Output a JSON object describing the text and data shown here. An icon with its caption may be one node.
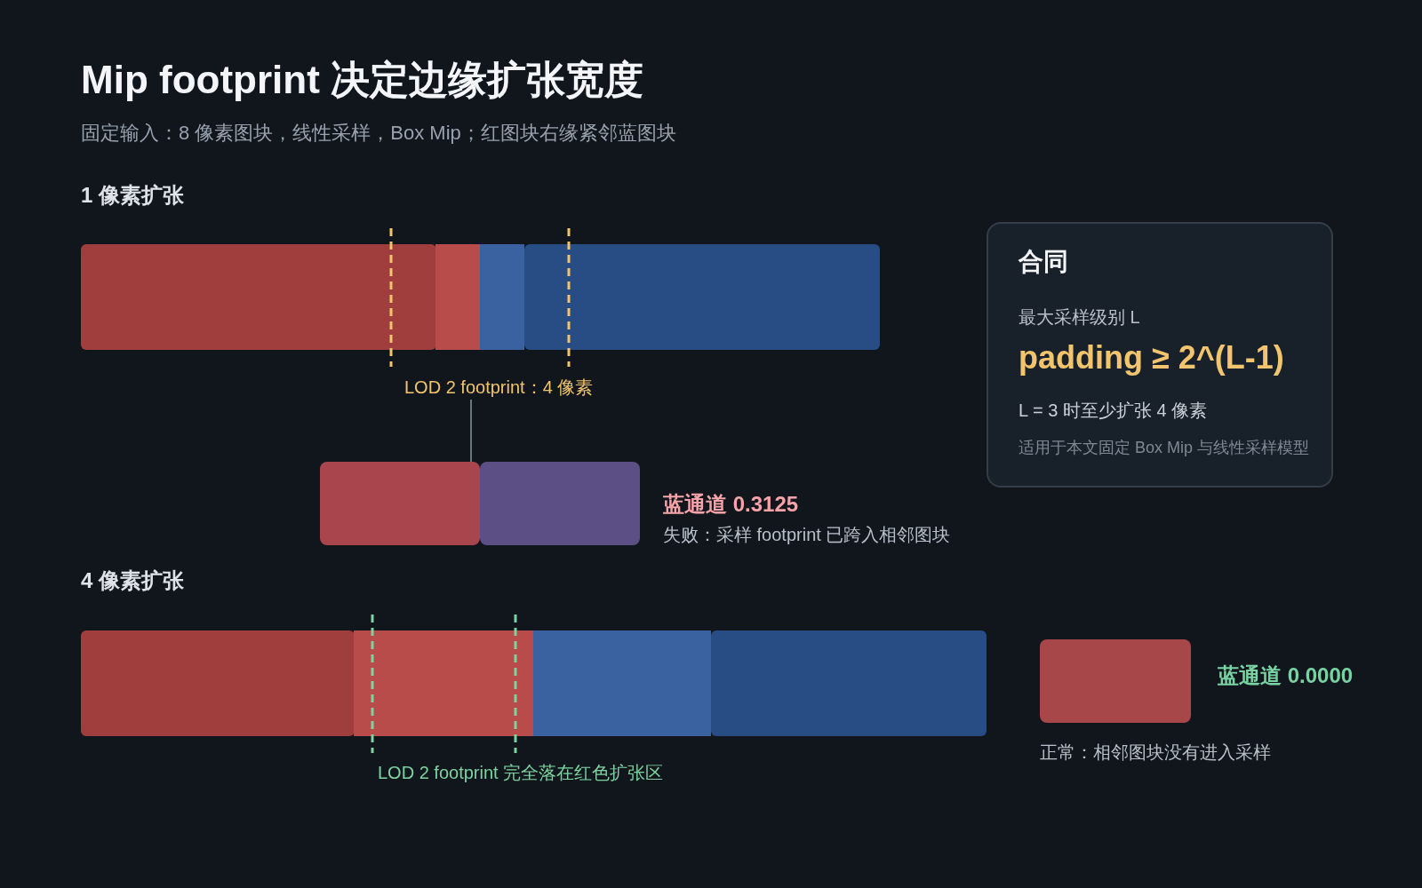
{
  "diagram": {
    "title": "Mip footprint 决定边缘扩张宽度",
    "nodes": [
      {
        "text": [
          "LOD 2 footprint：4 像素"
        ]
      },
      {
        "text": [],
        "shape": "box"
      },
      {
        "text": [],
        "shape": "box",
        "beside": [
          "蓝通道 0.3125",
          "失败：采样 footprint 已跨入相邻图块"
        ]
      },
      {
        "text": [
          "合同",
          "最大采样级别 L",
          "padding ≥ 2^(L-1)",
          "L = 3 时至少扩张 4 像素",
          "适用于本文固定 Box Mip 与线性采样模型"
        ]
      },
      {
        "text": [],
        "shape": "box",
        "beside": [
          "蓝通道 0.0000",
          "正常：相邻图块没有进入采样"
        ]
      }
    ],
    "edges": [
      {
        "from": 0,
        "to": 1,
        "arrow": "none"
      }
    ],
    "labels": [
      "固定输入：8 像素图块，线性采样，Box Mip；红图块右缘紧邻蓝图块",
      "1 像素扩张",
      "4 像素扩张",
      "LOD 2 footprint 完全落在红色扩张区"
    ]
  }
}
